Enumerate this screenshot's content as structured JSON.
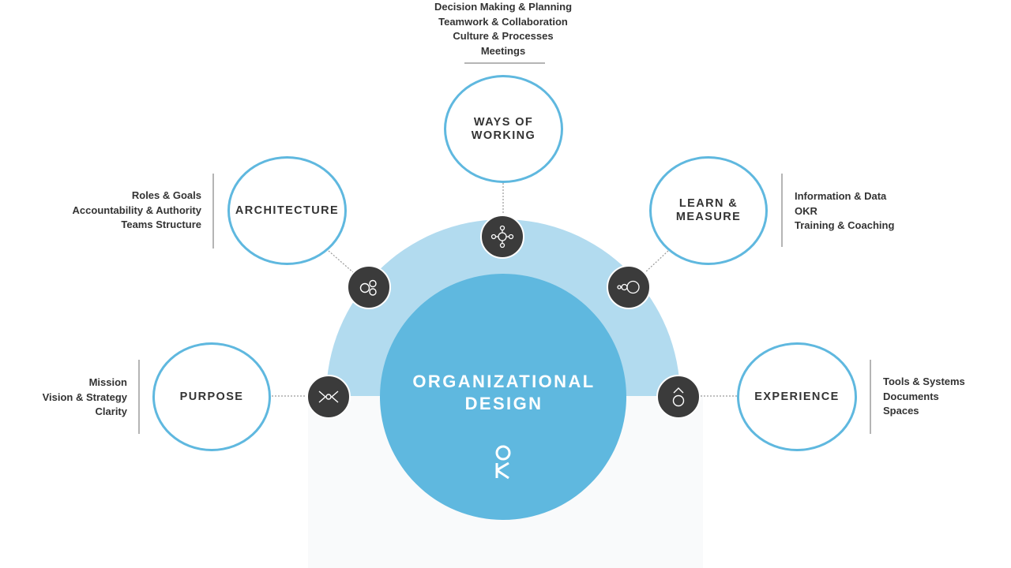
{
  "center": {
    "title": "ORGANIZATIONAL\nDESIGN",
    "logo_icon": "ok-logo-icon",
    "colors": {
      "outer_arc": "#b2dbef",
      "inner_circle": "#5fb8df"
    }
  },
  "colors": {
    "node_border": "#5fb8df",
    "badge": "#3b3b3b",
    "text": "#333333"
  },
  "nodes": {
    "purpose": {
      "label": "PURPOSE",
      "icon": "converge-arrows-icon",
      "items": [
        "Mission",
        "Vision & Strategy",
        "Clarity"
      ]
    },
    "architecture": {
      "label": "ARCHITECTURE",
      "icon": "circles-cluster-icon",
      "items": [
        "Roles & Goals",
        "Accountability & Authority",
        "Teams Structure"
      ]
    },
    "ways_of_working": {
      "label": "WAYS OF\nWORKING",
      "icon": "connected-nodes-icon",
      "items": [
        "Decision Making & Planning",
        "Teamwork & Collaboration",
        "Culture & Processes",
        "Meetings"
      ]
    },
    "learn_measure": {
      "label": "LEARN &\nMEASURE",
      "icon": "growing-circles-icon",
      "items": [
        "Information & Data",
        "OKR",
        "Training & Coaching"
      ]
    },
    "experience": {
      "label": "EXPERIENCE",
      "icon": "house-circle-icon",
      "items": [
        "Tools & Systems",
        "Documents",
        "Spaces"
      ]
    }
  }
}
